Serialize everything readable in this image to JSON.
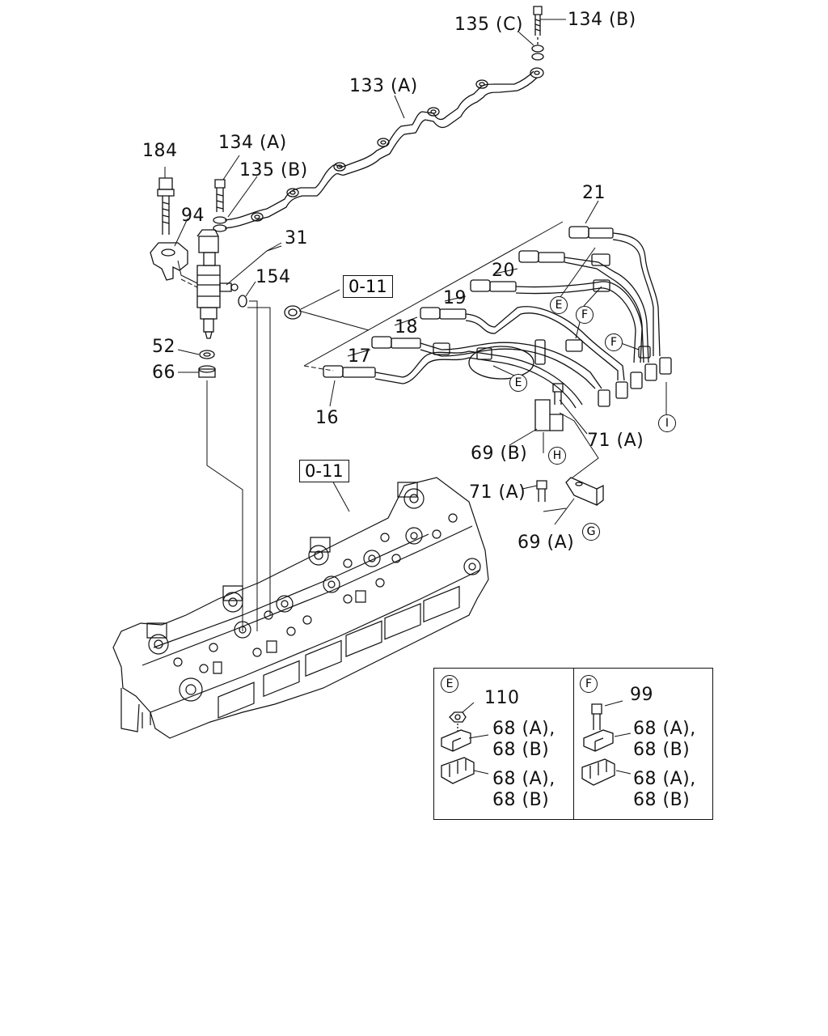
{
  "callouts": {
    "c184": "184",
    "c134a": "134 (A)",
    "c135b": "135 (B)",
    "c94": "94",
    "c31": "31",
    "c154": "154",
    "c52": "52",
    "c66": "66",
    "c135c": "135 (C)",
    "c134b": "134 (B)",
    "c133a": "133 (A)",
    "c21": "21",
    "c20": "20",
    "c19": "19",
    "c18": "18",
    "c17": "17",
    "c16": "16",
    "c69b": "69 (B)",
    "c71a_1": "71 (A)",
    "c71a_2": "71 (A)",
    "c69a": "69 (A)"
  },
  "refs": {
    "ref1": "0-11",
    "ref2": "0-11"
  },
  "markers": {
    "e1": "E",
    "e2": "E",
    "f1": "F",
    "f2": "F",
    "i": "I",
    "h": "H",
    "g": "G"
  },
  "inset": {
    "left": {
      "marker": "E",
      "part_a": "110",
      "part_b": "68 (A),",
      "part_c": "68 (B)",
      "part_d": "68 (A),",
      "part_e": "68 (B)"
    },
    "right": {
      "marker": "F",
      "part_a": "99",
      "part_b": "68 (A),",
      "part_c": "68 (B)",
      "part_d": "68 (A),",
      "part_e": "68 (B)"
    }
  }
}
